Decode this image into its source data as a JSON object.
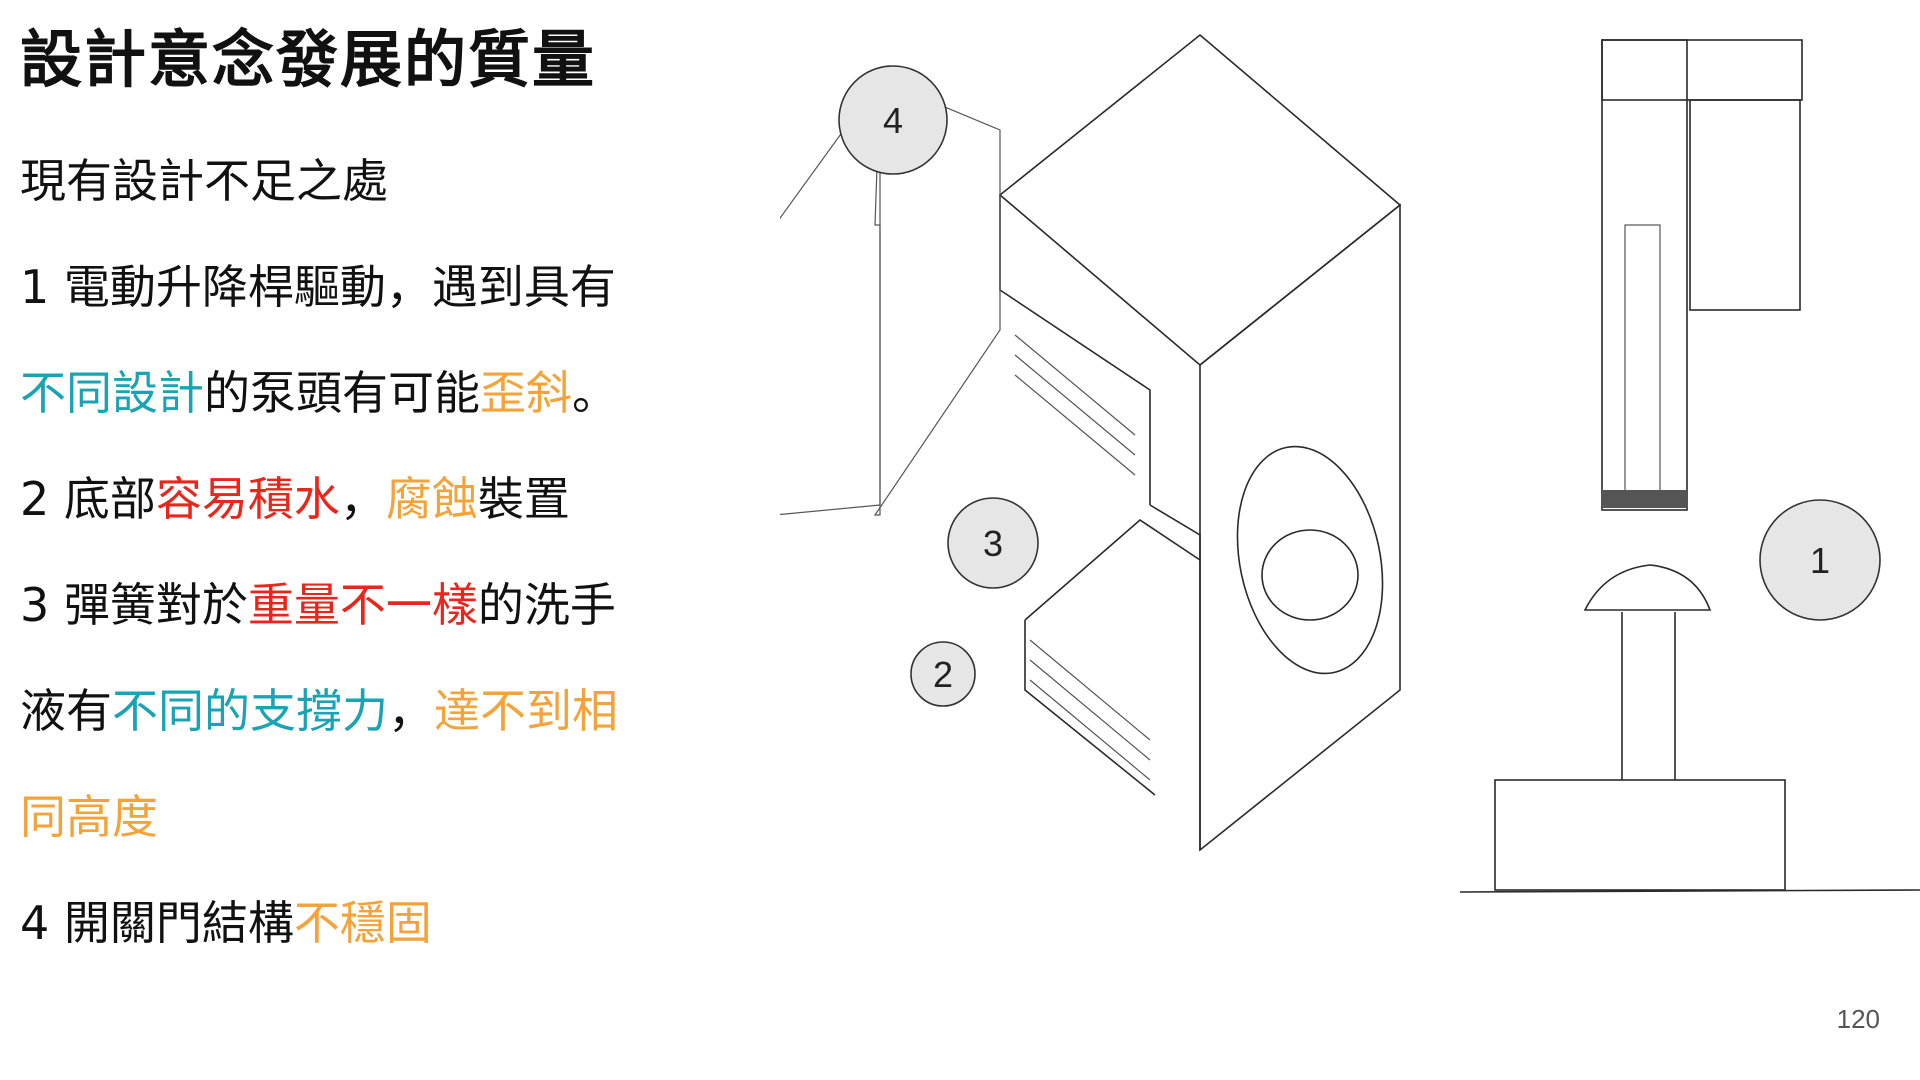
{
  "title": "設計意念發展的質量",
  "lines": [
    {
      "segments": [
        {
          "text": "現有設計不足之處",
          "color": "dark"
        }
      ]
    },
    {
      "segments": [
        {
          "text": "1 電動升降桿驅動，遇到具有",
          "color": "dark"
        }
      ]
    },
    {
      "segments": [
        {
          "text": "不同設計",
          "color": "teal"
        },
        {
          "text": "的泵頭有可能",
          "color": "dark"
        },
        {
          "text": "歪斜",
          "color": "orange"
        },
        {
          "text": "。",
          "color": "dark"
        }
      ]
    },
    {
      "segments": [
        {
          "text": "2 底部",
          "color": "dark"
        },
        {
          "text": "容易積水",
          "color": "red"
        },
        {
          "text": "，",
          "color": "dark"
        },
        {
          "text": "腐蝕",
          "color": "orange"
        },
        {
          "text": "裝置",
          "color": "dark"
        }
      ]
    },
    {
      "segments": [
        {
          "text": "3 彈簧對於",
          "color": "dark"
        },
        {
          "text": "重量不一樣",
          "color": "red"
        },
        {
          "text": "的洗手",
          "color": "dark"
        }
      ]
    },
    {
      "segments": [
        {
          "text": "液有",
          "color": "dark"
        },
        {
          "text": "不同的支撐力",
          "color": "teal"
        },
        {
          "text": "，",
          "color": "dark"
        },
        {
          "text": "達不到相",
          "color": "orange"
        }
      ]
    },
    {
      "segments": [
        {
          "text": "同高度",
          "color": "orange"
        }
      ]
    },
    {
      "segments": [
        {
          "text": "4 開關門結構",
          "color": "dark"
        },
        {
          "text": "不穩固",
          "color": "orange"
        }
      ]
    }
  ],
  "callouts": {
    "c1": "1",
    "c2": "2",
    "c3": "3",
    "c4": "4"
  },
  "page_number": "120",
  "colors": {
    "teal": "#1aa3b5",
    "orange": "#f3a33a",
    "red": "#e8261c",
    "dark": "#111111"
  }
}
